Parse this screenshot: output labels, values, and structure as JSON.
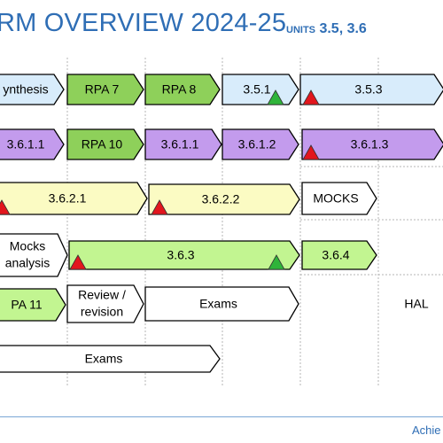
{
  "header": {
    "title": "RM OVERVIEW 2024-25",
    "units_label": "UNITS",
    "units_values": "3.5, 3.6"
  },
  "colors": {
    "blue": "#d8ecfb",
    "green": "#8ed05a",
    "purple": "#c39bed",
    "yellow": "#fbfbc3",
    "light_green": "#c2f591",
    "white": "#ffffff",
    "red_marker": "#e2161d",
    "green_marker": "#2fb43a"
  },
  "rows": [
    [
      {
        "label": "ynthesis",
        "color": "blue"
      },
      {
        "label": "RPA 7",
        "color": "green"
      },
      {
        "label": "RPA 8",
        "color": "green"
      },
      {
        "label": "3.5.1",
        "color": "blue",
        "marker": "green"
      },
      {
        "label": "3.5.3",
        "color": "blue",
        "marker": "red"
      }
    ],
    [
      {
        "label": "3.6.1.1",
        "color": "purple"
      },
      {
        "label": "RPA 10",
        "color": "green"
      },
      {
        "label": "3.6.1.1",
        "color": "purple"
      },
      {
        "label": "3.6.1.2",
        "color": "purple"
      },
      {
        "label": "3.6.1.3",
        "color": "purple",
        "marker": "red"
      }
    ],
    [
      {
        "label": "3.6.2.1",
        "color": "yellow",
        "marker": "red"
      },
      {
        "label": "3.6.2.2",
        "color": "yellow",
        "marker": "red"
      },
      {
        "label": "MOCKS",
        "color": "white"
      }
    ],
    [
      {
        "label": "Mocks",
        "label2": "analysis",
        "color": "white"
      },
      {
        "label": "3.6.3",
        "color": "light_green",
        "marker": "red",
        "marker2": "green"
      },
      {
        "label": "3.6.4",
        "color": "light_green"
      }
    ],
    [
      {
        "label": "PA 11",
        "color": "light_green"
      },
      {
        "label": "Review /",
        "label2": "revision",
        "color": "white"
      },
      {
        "label": "Exams",
        "color": "white"
      },
      {
        "label": "HAL",
        "color": "none"
      }
    ],
    [
      {
        "label": "Exams",
        "color": "white"
      }
    ]
  ],
  "footer": {
    "text": "Achie"
  }
}
